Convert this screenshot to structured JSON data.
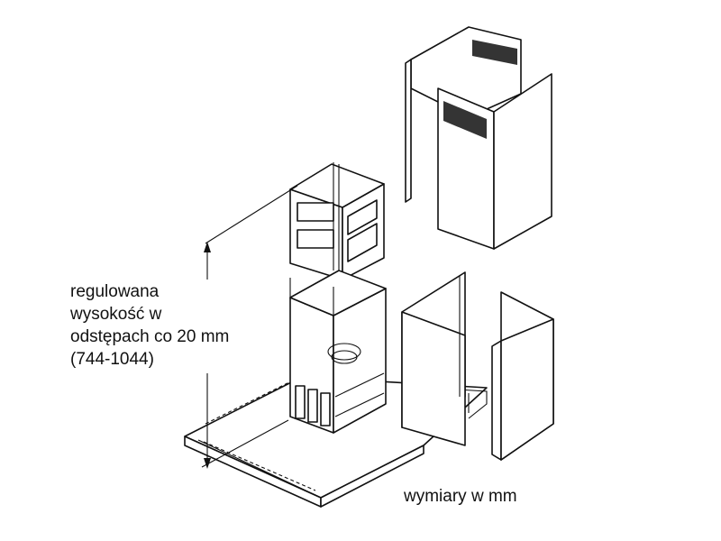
{
  "height_label": {
    "lines": [
      "regulowana",
      "wysokość w",
      "odstępach co 20 mm",
      "(744-1044)"
    ]
  },
  "dimensions_note": "wymiary w mm"
}
